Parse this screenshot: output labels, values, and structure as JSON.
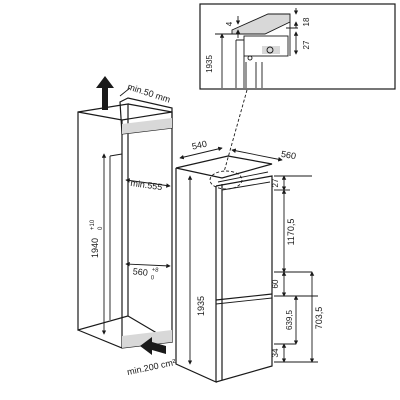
{
  "niche": {
    "min_50_mm": "min.50 mm",
    "min_555": "min.555",
    "height_1940": "1940",
    "height_tol_plus": "+10",
    "height_tol_minus": "0",
    "width_560": "560",
    "width_tol_plus": "+8",
    "width_tol_minus": "0",
    "vent_min_200": "min.200 cm²"
  },
  "appliance": {
    "depth_540": "540",
    "width_560": "560",
    "height_1935": "1935",
    "dim_27": "27",
    "dim_1170_5": "1170,5",
    "dim_60": "60",
    "dim_639_5": "639,5",
    "dim_703_5": "703,5",
    "dim_34": "34"
  },
  "detail": {
    "dim_4": "4",
    "dim_18": "18",
    "dim_27": "27",
    "dim_1935": "1935"
  }
}
